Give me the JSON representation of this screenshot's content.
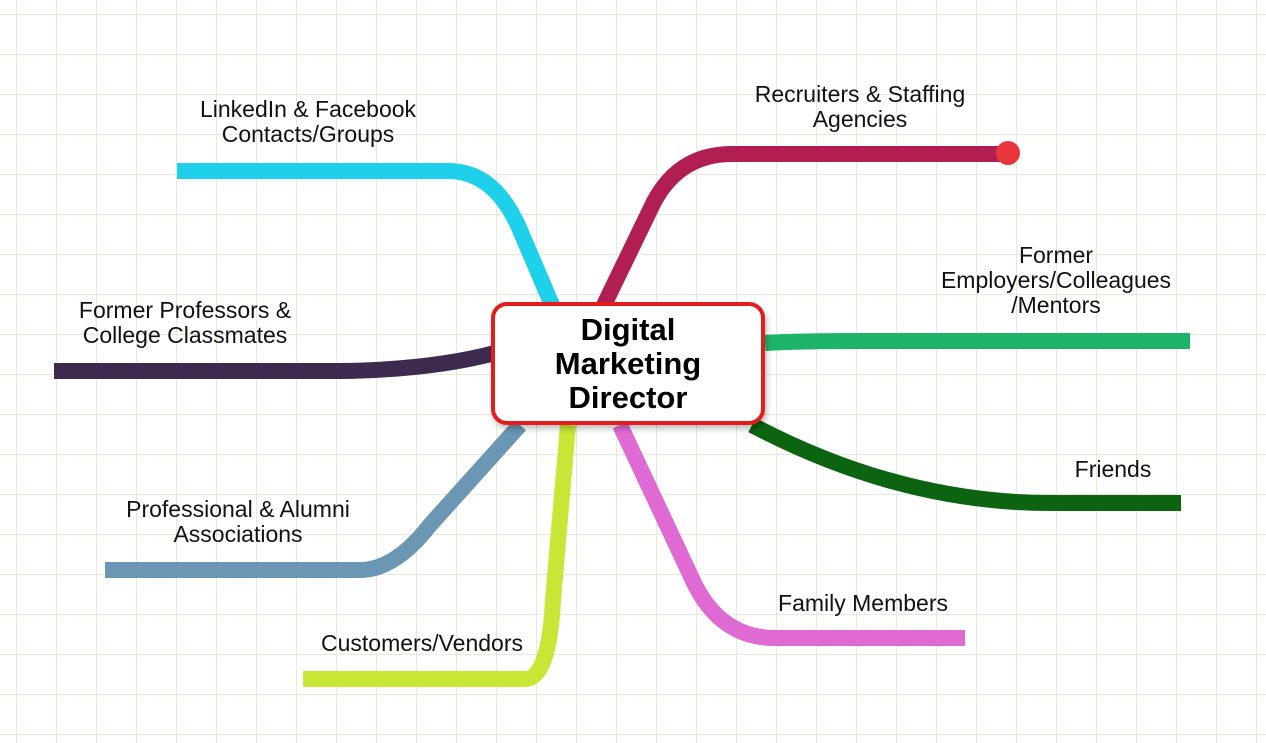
{
  "root": {
    "title": "Digital\nMarketing\nDirector"
  },
  "branches": [
    {
      "id": "linkedin",
      "label": "LinkedIn & Facebook\nContacts/Groups",
      "color": "#1fd0ea"
    },
    {
      "id": "recruiters",
      "label": "Recruiters & Staffing\nAgencies",
      "color": "#b01e52",
      "end_dot_color": "#e8353b"
    },
    {
      "id": "professors",
      "label": "Former Professors &\nCollege Classmates",
      "color": "#3d2a4e"
    },
    {
      "id": "employers",
      "label": "Former\nEmployers/Colleagues\n/Mentors",
      "color": "#1db46a"
    },
    {
      "id": "friends",
      "label": "Friends",
      "color": "#0c6410"
    },
    {
      "id": "associations",
      "label": "Professional & Alumni\nAssociations",
      "color": "#6b96b4"
    },
    {
      "id": "customers",
      "label": "Customers/Vendors",
      "color": "#c8e636"
    },
    {
      "id": "family",
      "label": "Family Members",
      "color": "#df6ad4"
    }
  ]
}
